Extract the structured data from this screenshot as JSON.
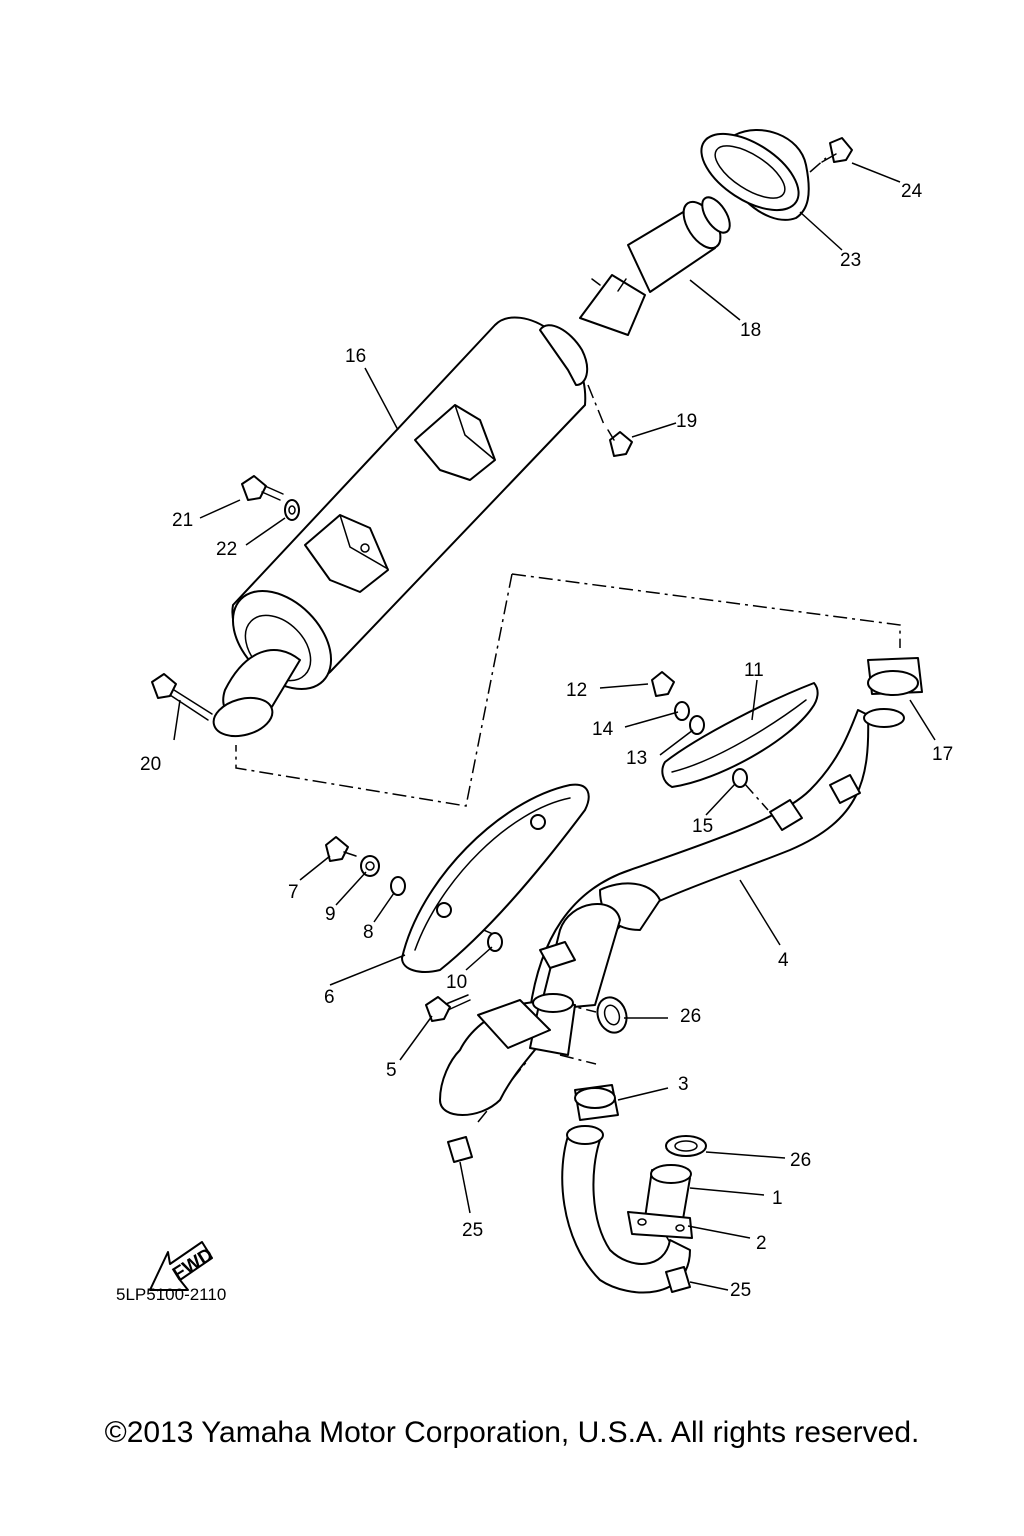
{
  "callouts": {
    "p1": "1",
    "p2": "2",
    "p3": "3",
    "p4": "4",
    "p5": "5",
    "p6": "6",
    "p7": "7",
    "p8": "8",
    "p9": "9",
    "p10": "10",
    "p11": "11",
    "p12": "12",
    "p13": "13",
    "p14": "14",
    "p15": "15",
    "p16": "16",
    "p17": "17",
    "p18": "18",
    "p19": "19",
    "p20": "20",
    "p21": "21",
    "p22": "22",
    "p23": "23",
    "p24": "24",
    "p25a": "25",
    "p25b": "25",
    "p26a": "26",
    "p26b": "26"
  },
  "fwd_label": "FWD",
  "diagram_code": "5LP5100-2110",
  "copyright": "©2013 Yamaha Motor Corporation, U.S.A. All rights reserved."
}
